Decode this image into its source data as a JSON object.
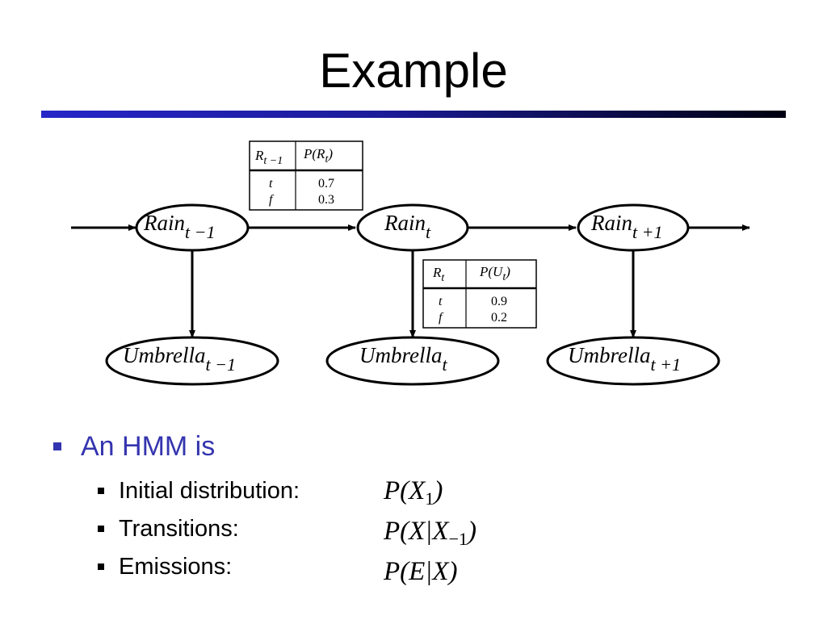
{
  "title": "Example",
  "diagram": {
    "nodes": {
      "rain_prev": {
        "base": "Rain",
        "sub": "t −1"
      },
      "rain_t": {
        "base": "Rain",
        "sub": "t"
      },
      "rain_next": {
        "base": "Rain",
        "sub": "t +1"
      },
      "umb_prev": {
        "base": "Umbrella",
        "sub": "t −1"
      },
      "umb_t": {
        "base": "Umbrella",
        "sub": "t"
      },
      "umb_next": {
        "base": "Umbrella",
        "sub": "t +1"
      }
    },
    "transition_table": {
      "col1_base": "R",
      "col1_sub": "t −1",
      "col2_base": "P(R",
      "col2_sub": "t",
      "col2_close": ")",
      "rows": [
        [
          "t",
          "0.7"
        ],
        [
          "f",
          "0.3"
        ]
      ]
    },
    "emission_table": {
      "col1_base": "R",
      "col1_sub": "t",
      "col2_base": "P(U",
      "col2_sub": "t",
      "col2_close": ")",
      "rows": [
        [
          "t",
          "0.9"
        ],
        [
          "f",
          "0.2"
        ]
      ]
    }
  },
  "bullets": {
    "main": "An HMM is",
    "items": [
      {
        "label": "Initial distribution:",
        "math": {
          "pre": "P(",
          "var": "X",
          "sub": "1",
          "post": ")"
        }
      },
      {
        "label": "Transitions:",
        "math": {
          "pre": "P(X|",
          "var": "X",
          "sub": "−1",
          "post": ")"
        }
      },
      {
        "label": "Emissions:",
        "math": {
          "pre": "P(E|X)"
        }
      }
    ]
  }
}
